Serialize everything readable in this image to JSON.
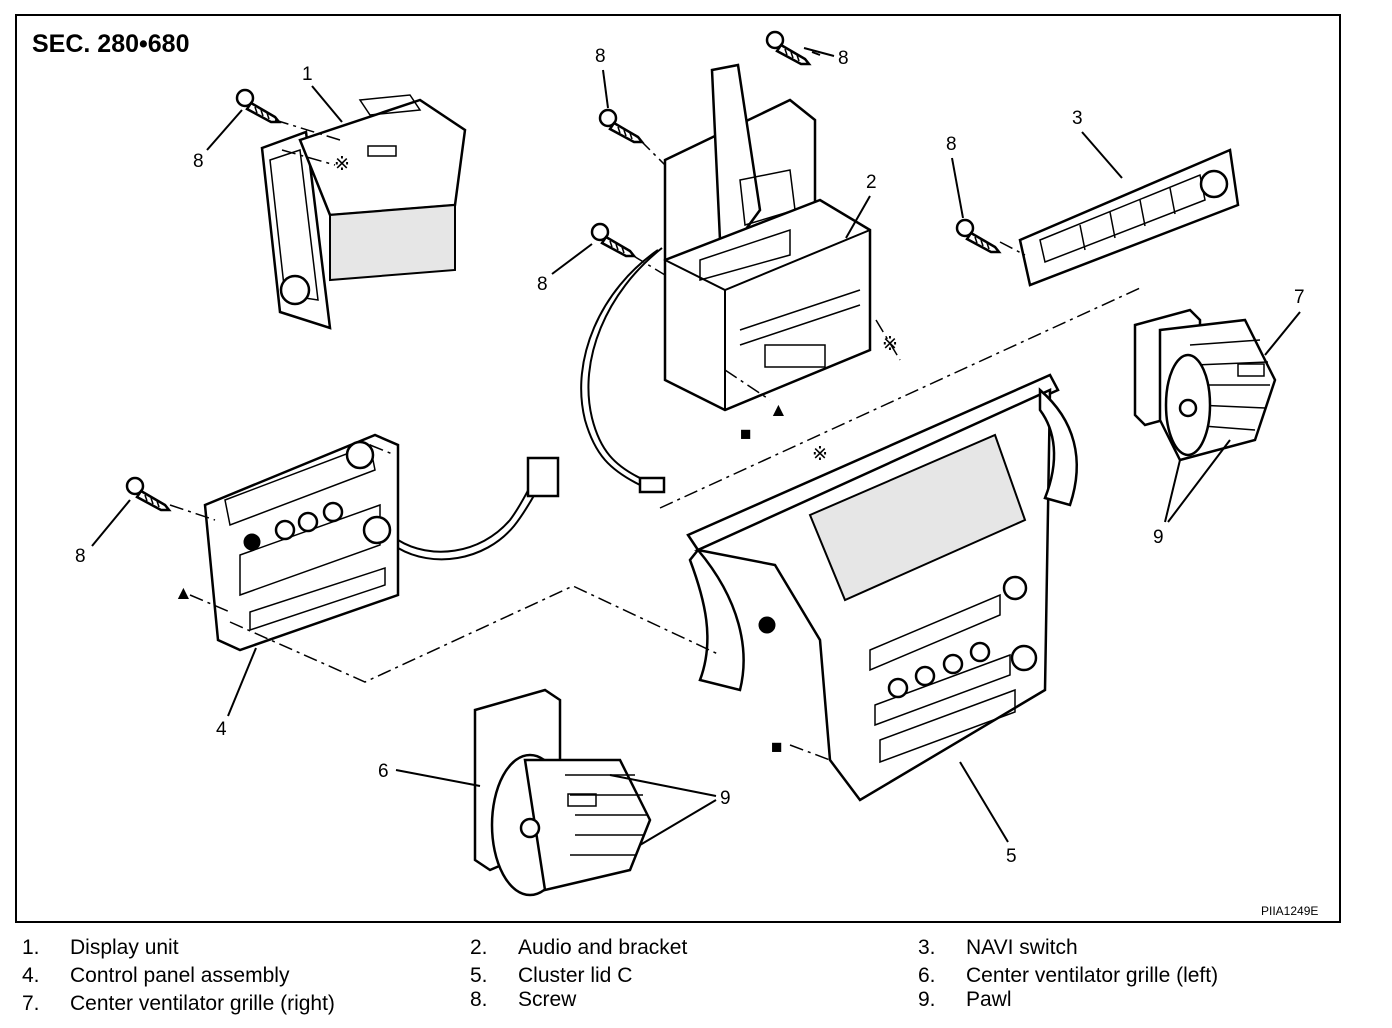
{
  "title": "SEC. 280•680",
  "figure_code": "PIIA1249E",
  "callouts": {
    "c1": "1",
    "c2": "2",
    "c3": "3",
    "c4": "4",
    "c5": "5",
    "c6": "6",
    "c7": "7",
    "c9a": "9",
    "c9b": "9",
    "c8": "8"
  },
  "symbols": {
    "reference_mark": "※",
    "square": "■",
    "triangle": "▲",
    "circle": "●"
  },
  "legend": [
    {
      "num": "1.",
      "label": "Display unit"
    },
    {
      "num": "2.",
      "label": "Audio and bracket"
    },
    {
      "num": "3.",
      "label": "NAVI switch"
    },
    {
      "num": "4.",
      "label": "Control panel assembly"
    },
    {
      "num": "5.",
      "label": "Cluster lid C"
    },
    {
      "num": "6.",
      "label": "Center ventilator grille (left)"
    },
    {
      "num": "7.",
      "label": "Center ventilator grille (right)"
    },
    {
      "num": "8.",
      "label": "Screw"
    },
    {
      "num": "9.",
      "label": "Pawl"
    }
  ]
}
